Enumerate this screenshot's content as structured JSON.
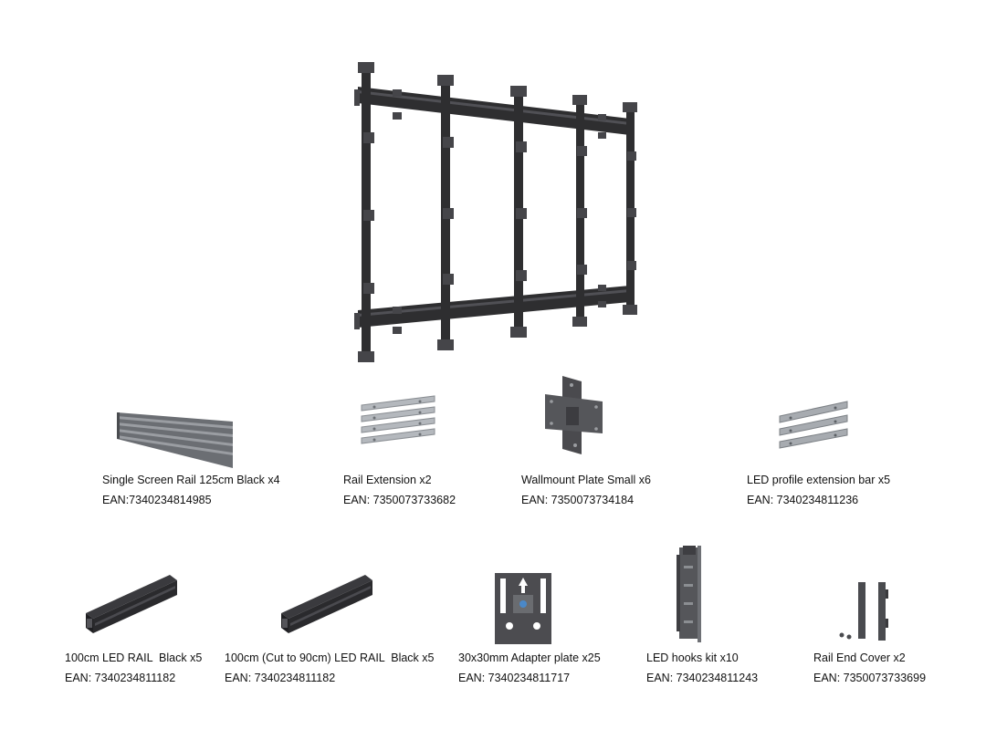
{
  "colors": {
    "rail_dark": "#2e2e30",
    "rail_mid": "#3a3a3d",
    "metal_light": "#b9bcc0",
    "metal_mid": "#8d9095",
    "plate_dark": "#4a4a4e",
    "text": "#111111"
  },
  "parts": [
    {
      "name": "Single Screen Rail 125cm Black x4",
      "ean": "EAN:7340234814985",
      "icon": "screen-rail-icon"
    },
    {
      "name": "Rail Extension x2",
      "ean": "EAN: 7350073733682",
      "icon": "rail-extension-icon"
    },
    {
      "name": "Wallmount Plate Small x6",
      "ean": "EAN: 7350073734184",
      "icon": "wallmount-plate-icon"
    },
    {
      "name": "LED profile extension bar x5",
      "ean": "EAN: 7340234811236",
      "icon": "extension-bar-icon"
    },
    {
      "name": "100cm LED RAIL  Black x5",
      "ean": "EAN: 7340234811182",
      "icon": "led-rail-icon"
    },
    {
      "name": "100cm (Cut to 90cm) LED RAIL  Black x5",
      "ean": "EAN: 7340234811182",
      "icon": "led-rail-cut-icon"
    },
    {
      "name": "30x30mm Adapter plate x25",
      "ean": "EAN: 7340234811717",
      "icon": "adapter-plate-icon"
    },
    {
      "name": "LED hooks kit x10",
      "ean": "EAN: 7340234811243",
      "icon": "hooks-kit-icon"
    },
    {
      "name": "Rail End Cover x2",
      "ean": "EAN: 7350073733699",
      "icon": "end-cover-icon"
    }
  ]
}
